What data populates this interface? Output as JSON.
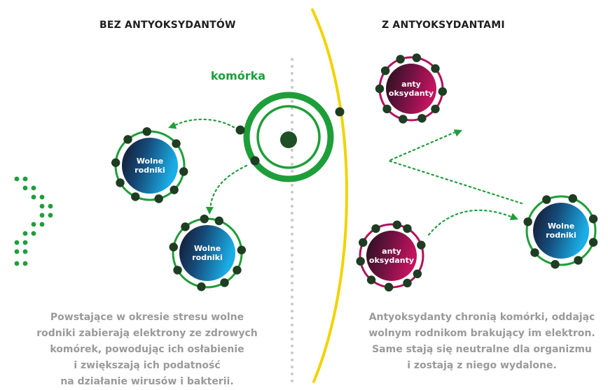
{
  "left_heading": "BEZ ANTYOKSYDANTÓW",
  "right_heading": "Z ANTYOKSYDANTAMI",
  "cell_label": "komórka",
  "free_radical_label": [
    "Wolne",
    "rodniki"
  ],
  "antioxidant_label": [
    "anty",
    "oksydanty"
  ],
  "left_caption": [
    "Powstające w okresie stresu wolne",
    "rodniki zabierają elektrony ze zdrowych",
    "komórek, powodując ich osłabienie",
    "i zwiększają ich podatność",
    "na działanie wirusów i bakterii."
  ],
  "right_caption": [
    "Antyoksydanty chronią komórki, oddając",
    "wolnym rodnikom brakujący im elektron.",
    "Same stają się neutralne dla organizmu",
    "i zostają z niego wydalone."
  ],
  "colors": {
    "green": "#1e9e3a",
    "dark_green": "#1f4f25",
    "divider_yellow": "#f2d300",
    "dotted_divider": "#c8c8c8",
    "free_radical_gradient": [
      "#1a1a2a",
      "#1aa6df"
    ],
    "antioxidant_gradient": [
      "#2a0d1c",
      "#c0125f"
    ],
    "caption_gray": "#9a9a9a"
  }
}
